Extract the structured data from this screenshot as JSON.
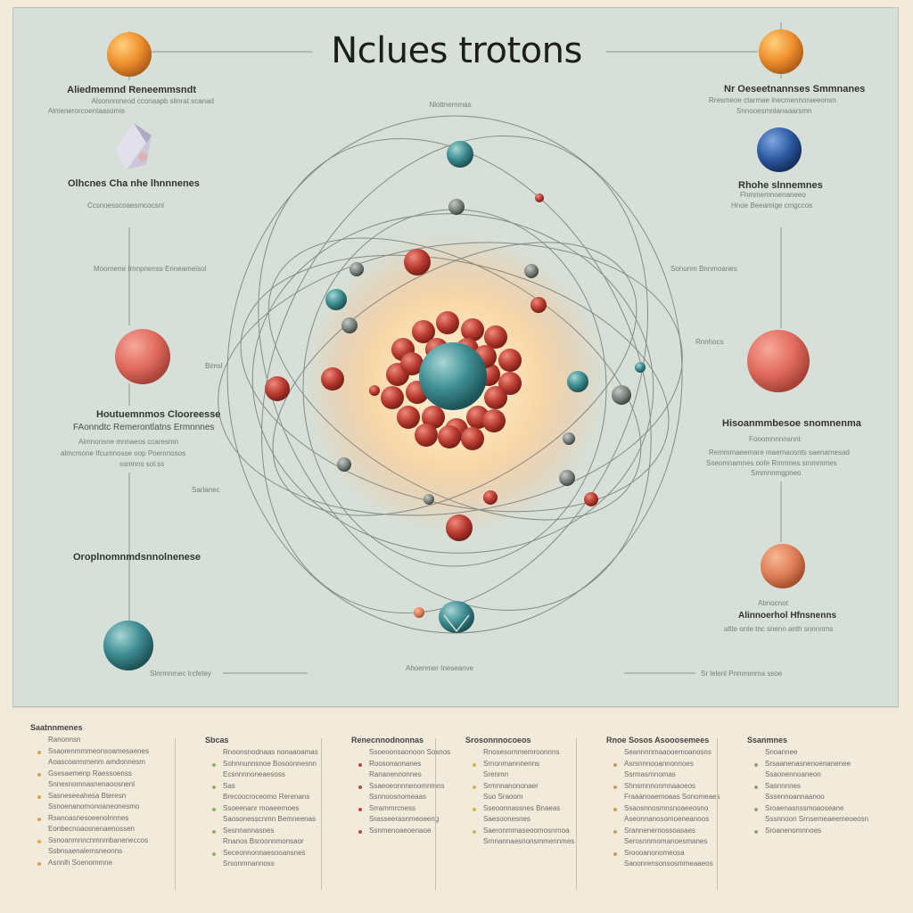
{
  "title": "Nclues trotons",
  "labels": {
    "top_center": "Nlottnemmas",
    "left_top_title": "Aliedmemnd Reneemmsndt",
    "left_top_line1": "Alsonnmneod cconaapb slinrat scanad",
    "left_top_line2": "Almenerorcoentaasomis",
    "left_cube_title": "Olhcnes Cha nhe lhnnnenes",
    "left_cube_line": "Ccsnoesscoaesmcocsnl",
    "left_mid_small": "Moornene Irnnpnenss  Erineameisol",
    "left_mid_side": "Bimsl",
    "left_red_title": "Houtuemnmos Clooreesse",
    "left_red_line1": "FAonndtc Remerontlatns  Ermnnnes",
    "left_red_line2": "Almnonsne mnnaeos ccaresmn",
    "left_red_line3": "almcmone Ifcumnosse oop Poemnosos",
    "left_red_line4": "ssmnns sol.ss",
    "left_low_side": "Sarlanec",
    "left_bottom_title": "Oroplnomnmdsnnolnenese",
    "bottom_left": "Slnrmnmec Ircfetey",
    "bottom_center": "Ahoenmer Ineseanve",
    "bottom_right": "Sr lelenl Pnmmmma ssoe",
    "right_top_title": "Nr Oeseetnannses Smmnanes",
    "right_top_line1": "Rresmeoe ctarmae lnecmennoraeeonsn",
    "right_top_line2": "Snnooesmnlanaaarsmn",
    "right_blue_title": "Rhohe slnnemnes",
    "right_blue_line1": "Fhmmemnoenaneeo",
    "right_blue_line2": "Hnoe Beeamige cmgccos",
    "right_mid_small": "Sonunm Bnnmoanes",
    "right_mid_side": "Rnnhocs",
    "right_red_title": "Hisoanmmbesoe snomnenma",
    "right_red_line1": "Fooomnnnnsnnt",
    "right_red_line2": "Remmmaeemare maemaosnts saenamesad",
    "right_red_line3": "Sseomnamnes oofe Rmmnes smmmmes",
    "right_red_line4": "Smmnnmgpneo",
    "right_low_title": "Abnocnot",
    "right_low_line1": "Alinnoerhol Hfnsnenns",
    "right_low_line2": "altte onte tnc snenn anth snnnnms"
  },
  "colors": {
    "orange": "#ee8f2d",
    "blue": "#2d5aa3",
    "red": "#e06a5c",
    "teal": "#3f8f94",
    "nucleon_red": "#b83a30",
    "glow": "#fbd7a4"
  },
  "legend_columns": [
    {
      "heading": "Saatnnmenes",
      "lines": [
        "Ranonnsn",
        "Ssaorenmmmeonsoamesaenes",
        "Aoascoarmmenm amdonnesm",
        "Gsesaemenp  Raessoenss",
        "Snnesnomnasnenaoosnenl",
        "Sasneseeahesa Bteresn",
        "Ssnoenanomonoaneonesmo",
        "Rsanoasnesoeenolnnnes",
        "Eonbecnoaosnenaenossen",
        "Ssnoanmnncnmnmbaneneccos",
        "Ssbnsaenalemsneonns",
        "Asnnlh  Soenommne"
      ]
    },
    {
      "heading": "Sbcas",
      "lines": [
        "Rnoonsnodnaas nonaaoamas",
        "Sohnnunnsnoe Bosoonnesnn",
        "Ecsnnnnoneaesoss",
        "Sas",
        "Brecoocroceomo Rerenans",
        "Ssoeenanr moaeernoes",
        "Saosonesscnmn Bemneenas",
        "Sesnnannasnes",
        "Rnanos   Bsroonnmonsaor",
        "Seceonnonnaesooansnes",
        "Srsonmnannoss"
      ]
    },
    {
      "heading": "Renecnnodnonnas",
      "lines": [
        "Ssoeoonsaonoon Sosnos",
        "Roosonaonanes",
        "Rananennonnes",
        "Ssaeoeonnnenomnmns",
        "Ssnnoosnomeaas",
        "Srrammrcness",
        "Srasseerasnmeoeeng",
        "Ssnmenoaeoenaoe"
      ]
    },
    {
      "heading": "Srosonnnocoeos",
      "lines": [
        "Rnosesornmemroonnns",
        "Srnonmannnenns",
        "Srenmn",
        "Srmnnanononaer",
        "Suo  Sraoom",
        "Sseoonnassnes  Bnaeas",
        "Saesoonesnes",
        "Saeronmmaseoomosnrnoa",
        "Srnnannaesnonsmmennmes"
      ]
    },
    {
      "heading": "Rnoe Sosos Asooosemees",
      "lines": [
        "Seannnnmaaooemoanosns",
        "Asrsnnnooannonnoes",
        "Ssrmasmnomas",
        "Shnsmnnonmnaaoeos",
        "Fraaanoaemoaas Sonomeaes",
        "Ssaosnnosmnsnoaeeosno",
        "Aseonnanosomoeneanoos",
        "Srannenernossoasaes",
        "Serosnnmomanoesmanes",
        "Sroooanonomeosa",
        "Saoonrensonsosmmeaaeos"
      ]
    },
    {
      "heading": "Ssanmnes",
      "lines": [
        "Snoannee",
        "Srsaanenasnenoenanenee",
        "Ssaonennoaneon",
        "Sasnnnnes",
        "Sssennoannaanoo",
        "Sroaenasnssmoaoseane",
        "Sssnnoon    Srnsemeaeemeoeosn",
        "Sroanenomnnoes"
      ]
    }
  ]
}
